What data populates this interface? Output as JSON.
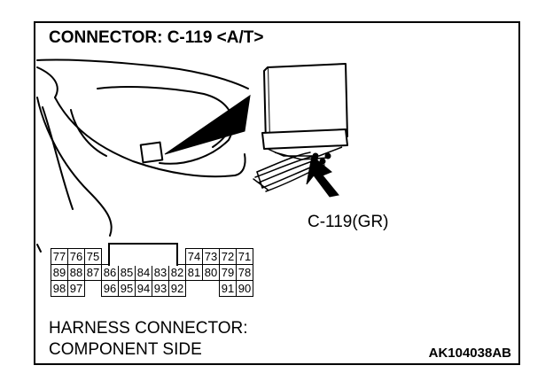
{
  "title": "CONNECTOR: C-119 <A/T>",
  "callout": "C-119(GR)",
  "caption": {
    "line1": "HARNESS CONNECTOR:",
    "line2": "COMPONENT SIDE"
  },
  "figure_code": "AK104038AB",
  "connector_pins": {
    "row1_left": [
      "77",
      "76",
      "75"
    ],
    "row1_right": [
      "74",
      "73",
      "72",
      "71"
    ],
    "row2": [
      "89",
      "88",
      "87",
      "86",
      "85",
      "84",
      "83",
      "82",
      "81",
      "80",
      "79",
      "78"
    ],
    "row3_a": [
      "98",
      "97"
    ],
    "row3_b": [
      "96",
      "95"
    ],
    "row3_c": [
      "94",
      "93",
      "92"
    ],
    "row3_d": [
      "91",
      "90"
    ]
  },
  "colors": {
    "line": "#000000",
    "background": "#ffffff"
  }
}
